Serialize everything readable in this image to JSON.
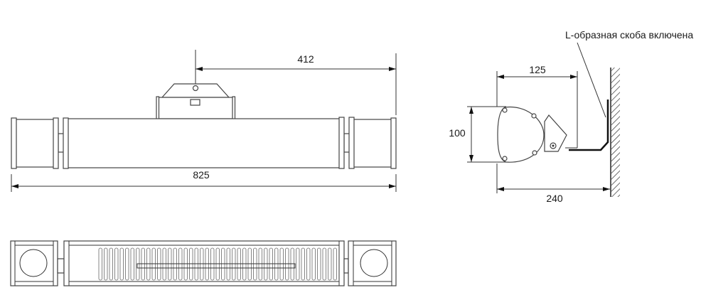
{
  "front_view": {
    "dim_bracket_offset": "412",
    "dim_total_length": "825"
  },
  "side_view": {
    "callout": "L-образная скоба включена",
    "dim_depth_bracket": "125",
    "dim_height": "100",
    "dim_total_depth": "240"
  },
  "colors": {
    "line": "#333333",
    "text": "#1a1a1a"
  }
}
